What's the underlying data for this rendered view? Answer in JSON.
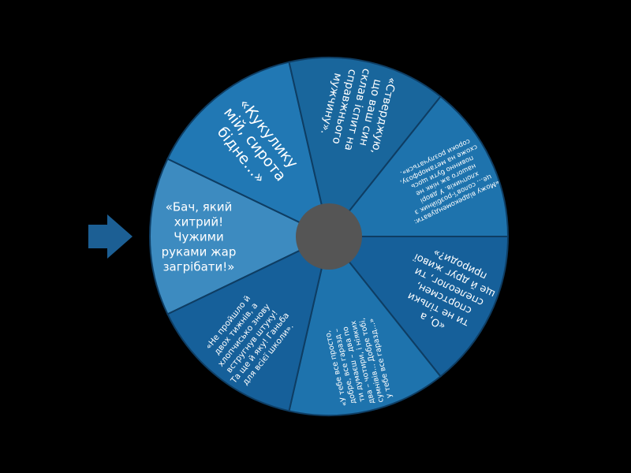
{
  "wheel": {
    "segments": [
      {
        "lines": [
          "«Бач, який",
          "хитрий!",
          "Чужими",
          "руками жар",
          "загрібати!»"
        ],
        "color": "#3d8bc0",
        "active": true
      },
      {
        "lines": [
          "«Кукулику",
          "мій, сирота",
          "бідне…»"
        ],
        "color": "#2178b4"
      },
      {
        "lines": [
          "«Стверджую,",
          "що ваш син",
          "склав іспит на",
          "справжнього",
          "мужчину»."
        ],
        "color": "#19669c"
      },
      {
        "lines": [
          "«Можу відрекомендувати:",
          "це… солов'ї-розбійник з",
          "хлопчиків. У дворі",
          "нашого аж ніяк не",
          "повинно бути щось",
          "схоже на метаморфозу,",
          "сороки розлучаться»."
        ],
        "color": "#1e73ad"
      },
      {
        "lines": [
          "«О, а",
          "ти не тільки",
          "спортсмен,",
          "спелеолог, ти",
          "ще й друг живої",
          "природи?»"
        ],
        "color": "#16609a"
      },
      {
        "lines": [
          "«У тебе все просто,",
          "добре, все гаразд –",
          "ти думаєш – два по",
          "два – чотири, і ніяких",
          "сумнівів... Добре тобі,",
          "у тебе все гаразд...»"
        ],
        "color": "#1e73ad"
      },
      {
        "lines": [
          "«Не пройшло й",
          "двох тижнів, а",
          "хлопчисько знову",
          "встругнув штуку!",
          "Та ще й яку! Ганьба",
          "для всієї школи»."
        ],
        "color": "#16609a"
      }
    ]
  },
  "colors": {
    "background": "#000000",
    "hub": "#555555",
    "pointer": "#1c5f94",
    "divider": "#0e3d63"
  }
}
